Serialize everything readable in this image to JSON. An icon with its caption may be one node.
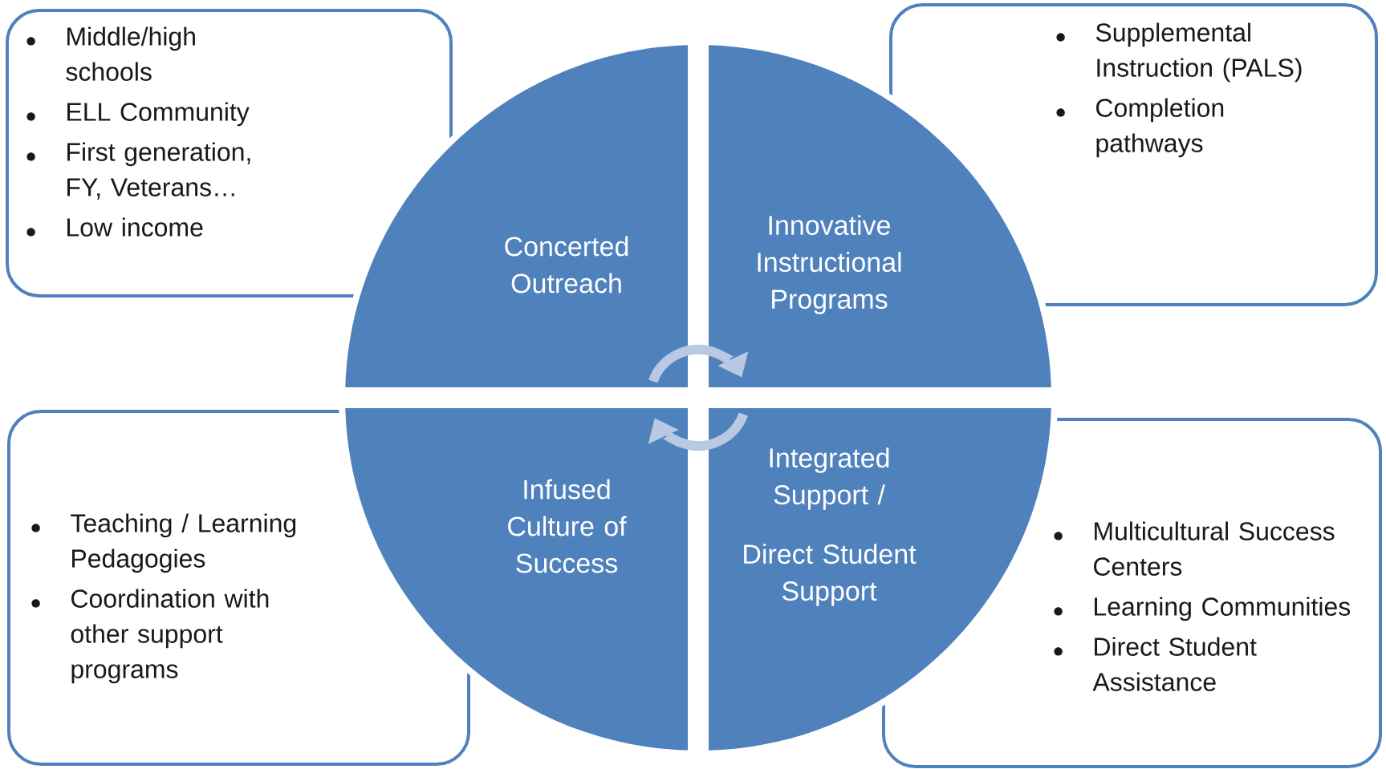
{
  "diagram": {
    "nodes": [
      {
        "text": [
          "Middle/high schools",
          "ELL Community",
          "First generation, FY, Veterans…",
          "Low income"
        ]
      },
      {
        "text": [
          "Concerted Outreach"
        ]
      },
      {
        "text": [
          "Innovative Instructional Programs"
        ]
      },
      {
        "text": [
          "Supplemental Instruction (PALS)",
          "Completion pathways"
        ]
      },
      {
        "text": [
          "Teaching / Learning Pedagogies",
          "Coordination with other support programs"
        ]
      },
      {
        "text": [
          "Infused Culture of Success"
        ]
      },
      {
        "text": [
          "Integrated Support /",
          "Direct Student Support"
        ]
      },
      {
        "text": [
          "Multicultural Success Centers",
          "Learning Communities",
          "Direct Student Assistance"
        ]
      }
    ]
  }
}
